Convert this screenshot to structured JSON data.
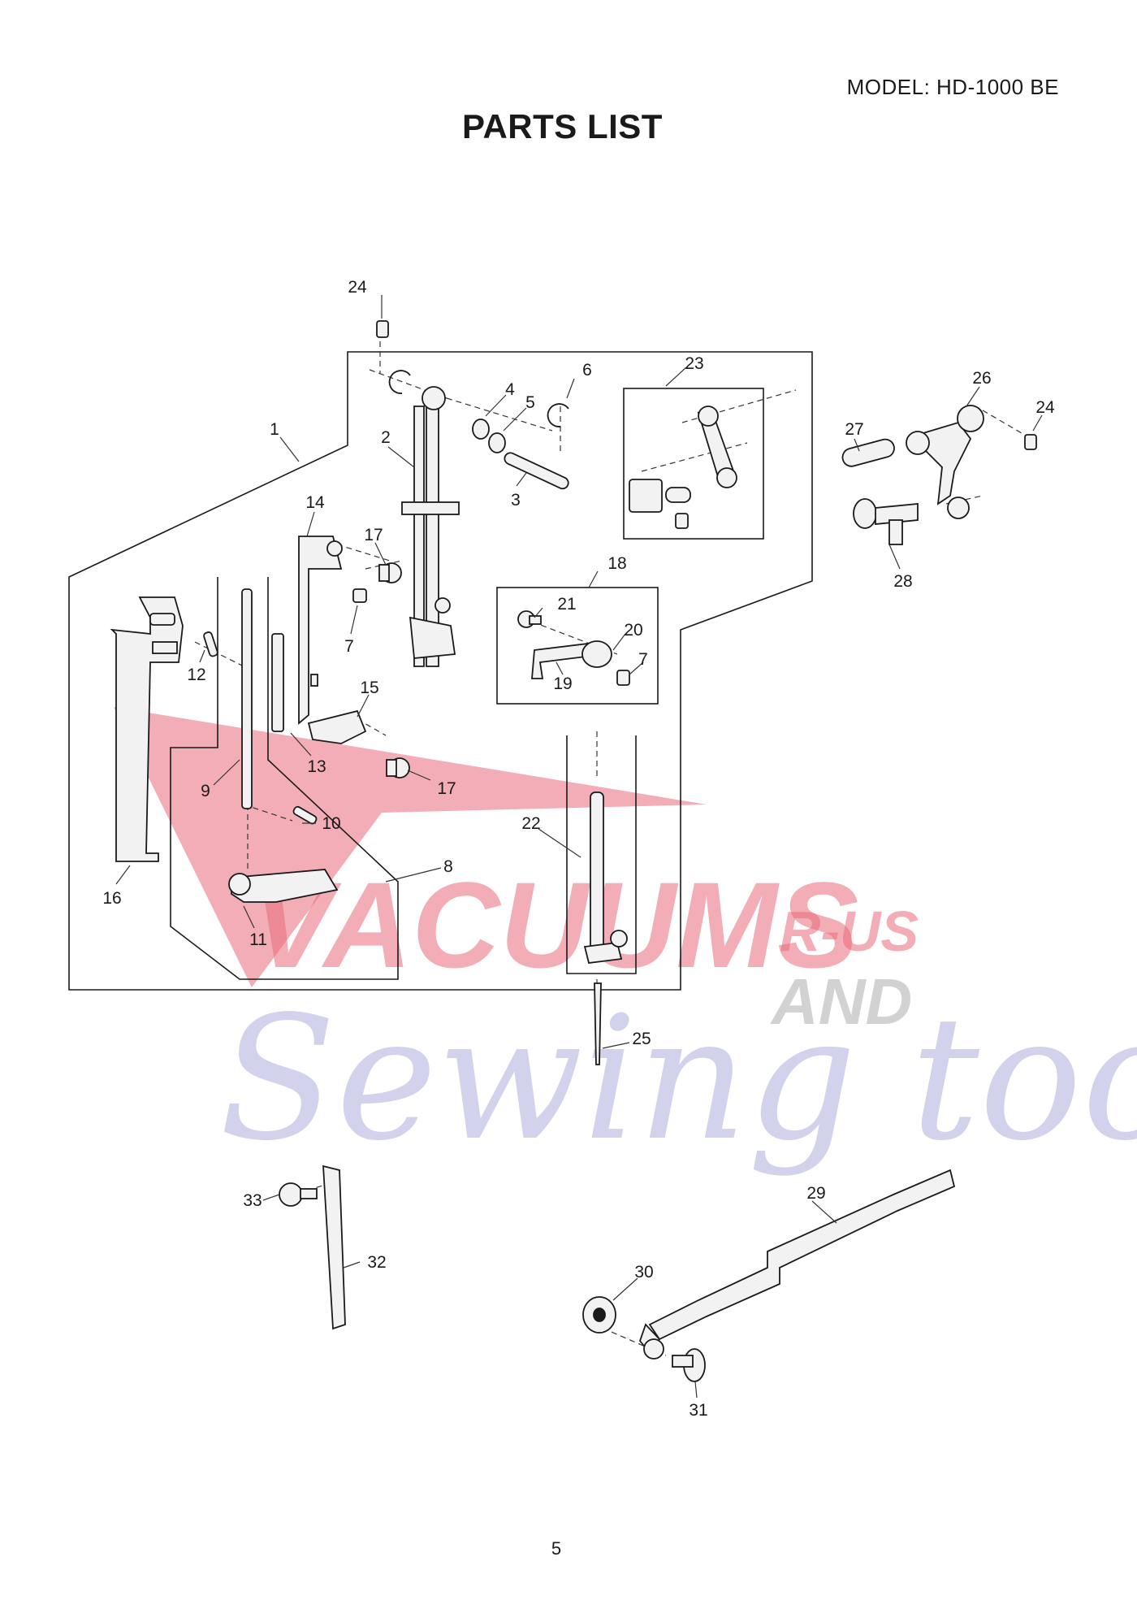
{
  "header": {
    "model": "MODEL: HD-1000 BE",
    "title": "PARTS LIST"
  },
  "footer": {
    "page_number": "5"
  },
  "watermark": {
    "line1": "VACUUMS",
    "line1b": "R-US",
    "line2": "AND",
    "line3": "Sewing too",
    "colors": {
      "red": "#e3465a",
      "blue": "#8f8fd0",
      "gray": "#9a9a9a"
    }
  },
  "callouts": [
    "24",
    "1",
    "2",
    "3",
    "4",
    "5",
    "6",
    "23",
    "26",
    "24",
    "27",
    "28",
    "14",
    "17",
    "7",
    "18",
    "21",
    "20",
    "7",
    "19",
    "12",
    "15",
    "13",
    "9",
    "17",
    "10",
    "22",
    "8",
    "16",
    "11",
    "25",
    "33",
    "32",
    "29",
    "30",
    "31"
  ],
  "colors": {
    "line": "#1a1a1a",
    "part_fill": "#f2f2f2",
    "callout_line": "#333333"
  }
}
